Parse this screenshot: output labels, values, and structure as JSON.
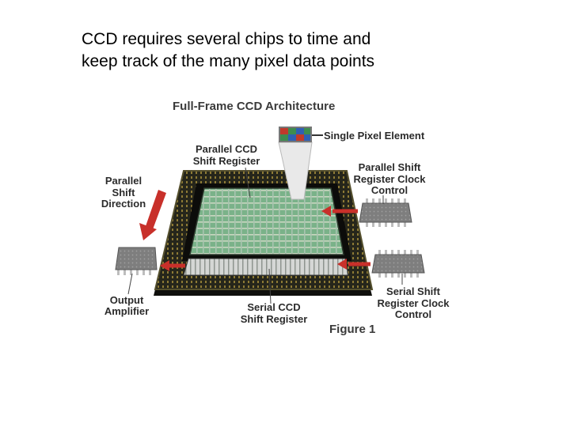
{
  "slide": {
    "text_line1": "CCD requires several chips to time and",
    "text_line2": "keep track of the many pixel data points"
  },
  "figure": {
    "title": "Full-Frame CCD Architecture",
    "caption": "Figure 1",
    "labels": {
      "single_pixel": "Single Pixel Element",
      "parallel_register_1": "Parallel CCD",
      "parallel_register_2": "Shift Register",
      "parallel_direction_1": "Parallel",
      "parallel_direction_2": "Shift",
      "parallel_direction_3": "Direction",
      "parallel_clock_1": "Parallel Shift",
      "parallel_clock_2": "Register Clock",
      "parallel_clock_3": "Control",
      "output_amp_1": "Output",
      "output_amp_2": "Amplifier",
      "serial_register_1": "Serial CCD",
      "serial_register_2": "Shift Register",
      "serial_clock_1": "Serial Shift",
      "serial_clock_2": "Register Clock",
      "serial_clock_3": "Control"
    },
    "colors": {
      "arrow_red": "#c8302a",
      "pixel_green": "#7fb08a",
      "board_dark": "#1e1e16",
      "chip_gray": "#8c8c8c"
    }
  }
}
